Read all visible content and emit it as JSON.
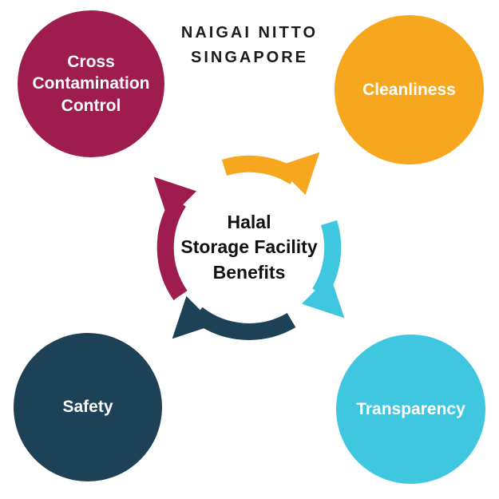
{
  "brand": {
    "lines": [
      "NAIGAI NITTO",
      "SINGAPORE"
    ]
  },
  "center": {
    "lines": [
      "Halal",
      "Storage Facility",
      "Benefits"
    ]
  },
  "bubbles": [
    {
      "id": "cross-contamination-control",
      "label": "Cross Contamination Control",
      "color": "#9E1C4E",
      "position": "top-left"
    },
    {
      "id": "cleanliness",
      "label": "Cleanliness",
      "color": "#F7A71E",
      "position": "top-right"
    },
    {
      "id": "safety",
      "label": "Safety",
      "color": "#1D4157",
      "position": "bottom-left"
    },
    {
      "id": "transparency",
      "label": "Transparency",
      "color": "#40C7E0",
      "position": "bottom-right"
    }
  ],
  "colors": {
    "background": "#FFFFFF",
    "text": "#111111",
    "maroon": "#9E1C4E",
    "orange": "#F7A71E",
    "navy": "#1D4157",
    "cyan": "#40C7E0"
  }
}
